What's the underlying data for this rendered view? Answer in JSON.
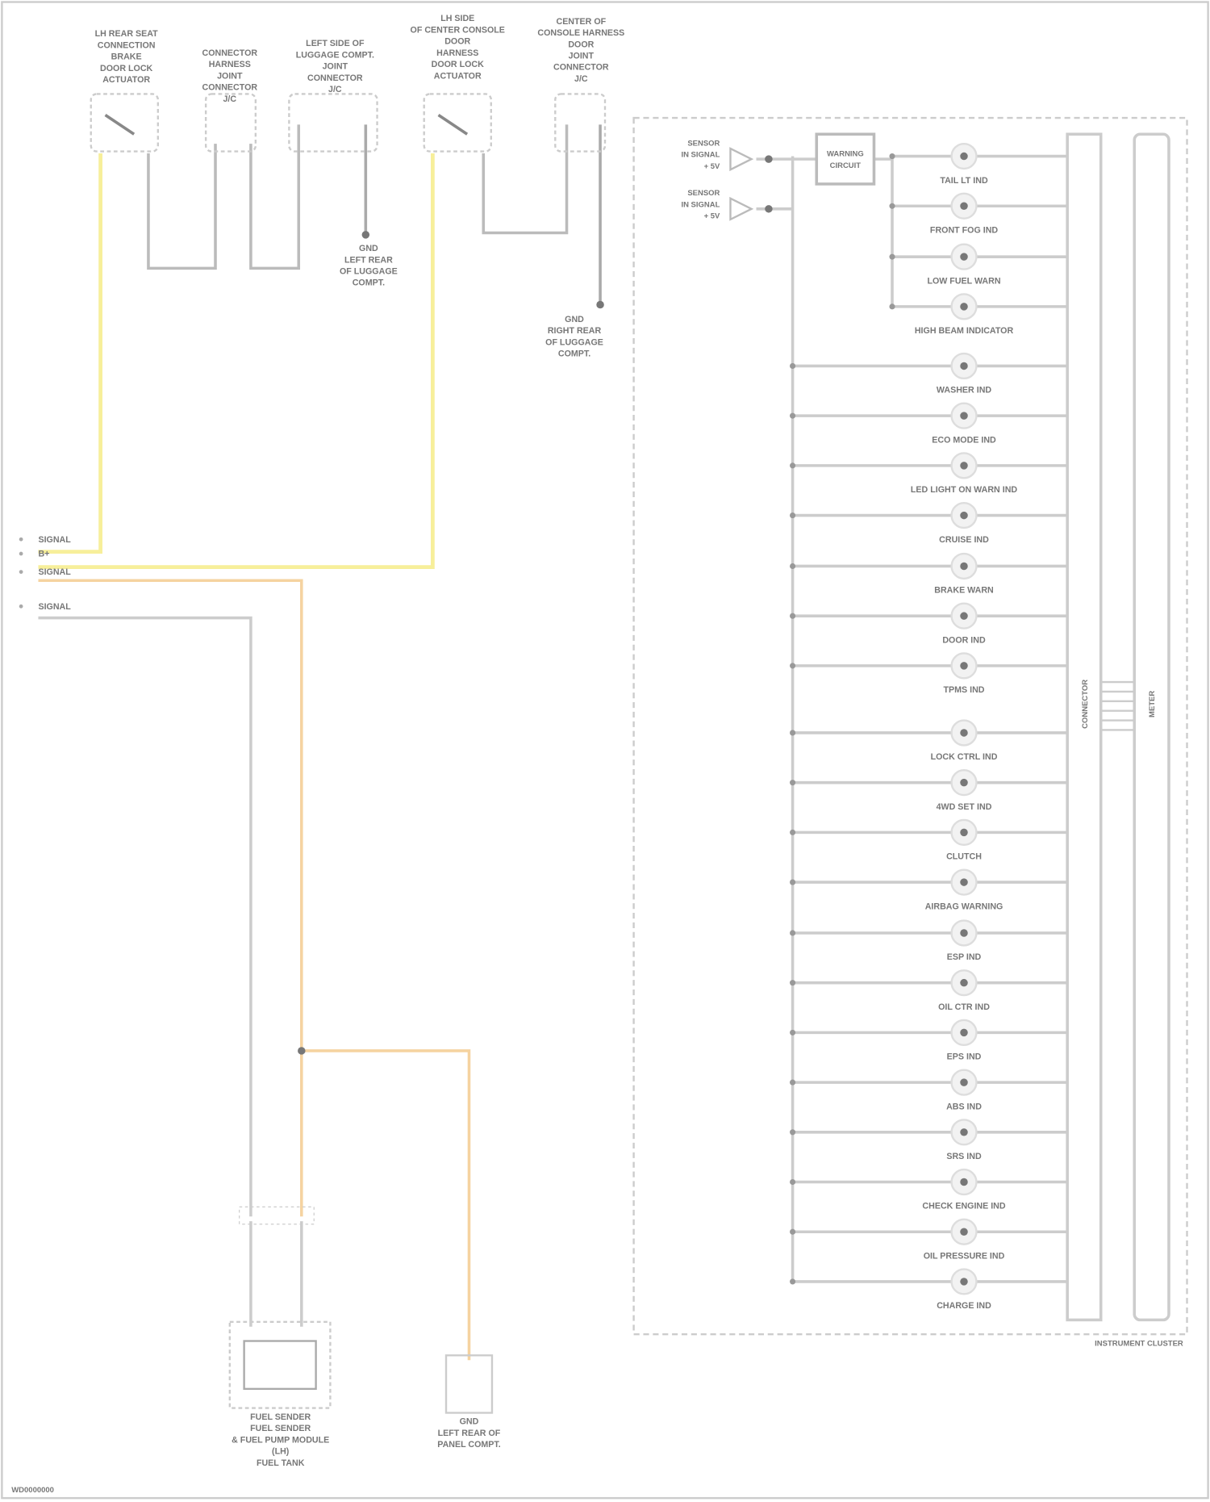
{
  "colors": {
    "wire_gray": "#bdbdbd",
    "wire_yellow": "#f7ef9a",
    "wire_orange": "#f5d3a0",
    "text": "#777777"
  },
  "top_components": [
    {
      "label": [
        "LH REAR SEAT",
        "CONNECTION",
        "BRAKE",
        "DOOR LOCK",
        "ACTUATOR"
      ],
      "type": "switch"
    },
    {
      "label": [
        "CONNECTOR",
        "HARNESS",
        "JOINT",
        "CONNECTOR",
        "J/C"
      ],
      "type": "connector"
    },
    {
      "label": [
        "LEFT SIDE OF",
        "LUGGAGE COMPT.",
        "JOINT",
        "CONNECTOR",
        "J/C"
      ],
      "type": "connector"
    },
    {
      "label": [
        "LH SIDE",
        "OF CENTER CONSOLE",
        "DOOR",
        "HARNESS",
        "DOOR LOCK",
        "ACTUATOR"
      ],
      "type": "switch"
    },
    {
      "label": [
        "CENTER OF",
        "CONSOLE HARNESS",
        "DOOR",
        "JOINT",
        "CONNECTOR",
        "J/C"
      ],
      "type": "connector"
    }
  ],
  "grounds": [
    {
      "label": [
        "GND",
        "LEFT REAR",
        "OF LUGGAGE",
        "COMPT."
      ]
    },
    {
      "label": [
        "GND",
        "RIGHT REAR",
        "OF LUGGAGE",
        "COMPT."
      ]
    }
  ],
  "left_signals": [
    "SIGNAL",
    "B+",
    "SIGNAL",
    "SIGNAL"
  ],
  "cluster": {
    "inputs": [
      [
        "SENSOR",
        "IN SIGNAL",
        "+ 5V"
      ],
      [
        "SENSOR",
        "IN SIGNAL",
        "+ 5V"
      ]
    ],
    "control_box": [
      "WARNING",
      "CIRCUIT"
    ],
    "indicators": [
      "TAIL LT IND",
      "FRONT FOG IND",
      "LOW FUEL WARN",
      "HIGH BEAM INDICATOR",
      "WASHER IND",
      "ECO MODE IND",
      "LED LIGHT ON WARN IND",
      "CRUISE IND",
      "BRAKE WARN",
      "DOOR IND",
      "TPMS IND",
      "LOCK CTRL IND",
      "4WD SET IND",
      "CLUTCH",
      "AIRBAG WARNING",
      "ESP IND",
      "OIL CTR IND",
      "EPS IND",
      "ABS IND",
      "SRS IND",
      "CHECK ENGINE IND",
      "OIL PRESSURE IND",
      "CHARGE IND"
    ],
    "bus_label": "CONNECTOR",
    "bus2_label": "METER",
    "footer": "INSTRUMENT CLUSTER"
  },
  "bottom_components": [
    {
      "label": [
        "FUEL SENDER",
        "FUEL SENDER",
        "& FUEL PUMP MODULE",
        "(LH)",
        "FUEL TANK"
      ]
    },
    {
      "label": [
        "GND",
        "LEFT REAR OF",
        "PANEL COMPT."
      ]
    }
  ],
  "footer_note": "WD0000000"
}
